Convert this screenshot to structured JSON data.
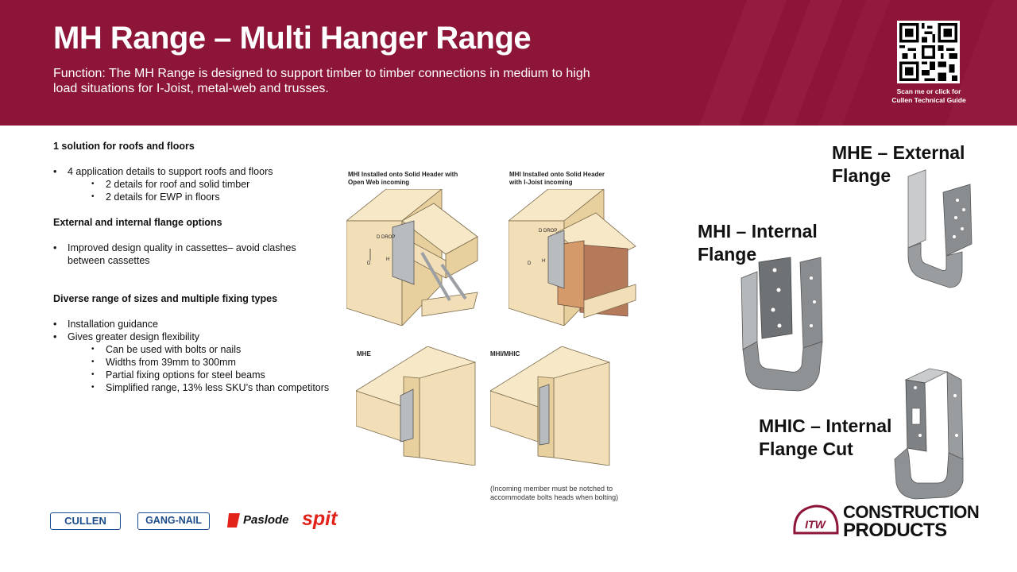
{
  "header": {
    "title": "MH Range – Multi Hanger Range",
    "subtitle": "Function: The MH Range is designed to support timber to timber connections in medium to high load situations for I-Joist, metal-web and trusses.",
    "qr_caption_line1": "Scan me or click for",
    "qr_caption_line2": "Cullen Technical Guide"
  },
  "features": {
    "heading1": "1 solution for roofs and floors",
    "bullet1": "4 application details to support roofs and floors",
    "bullet1_sub": [
      "2 details for roof and solid timber",
      "2 details for EWP in floors"
    ],
    "heading2": "External and internal flange options",
    "bullet2_line1": "Improved design quality in cassettes– avoid clashes",
    "bullet2_line2": "between cassettes",
    "heading3": "Diverse range of sizes and multiple fixing types",
    "bullet3": "Installation guidance",
    "bullet4": "Gives greater design flexibility",
    "bullet4_sub": [
      "Can be used with bolts or nails",
      "Widths from 39mm to 300mm",
      "Partial fixing options for steel beams",
      "Simplified range, 13% less SKU’s than competitors"
    ]
  },
  "diagrams": {
    "label1_line1": "MHI Installed onto Solid Header with",
    "label1_line2": "Open Web incoming",
    "label2_line1": "MHI Installed onto Solid Header",
    "label2_line2": "with I-Joist incoming",
    "label3": "MHE",
    "label4": "MHI/MHIC",
    "drop_label": "D DROP",
    "d_label": "D",
    "h_label": "H",
    "note_line1": "(Incoming member must be notched to",
    "note_line2": "accommodate bolts heads when bolting)"
  },
  "products": {
    "mhe_line1": "MHE – External",
    "mhe_line2": "Flange",
    "mhi_line1": "MHI – Internal",
    "mhi_line2": "Flange",
    "mhic_line1": "MHIC – Internal",
    "mhic_line2": "Flange Cut"
  },
  "logos": {
    "cullen": "CULLEN",
    "gang_nail": "GANG-NAIL",
    "paslode": "Paslode",
    "spit": "spit",
    "itw": "ITW",
    "cp_line1": "CONSTRUCTION",
    "cp_line2": "PRODUCTS"
  },
  "colors": {
    "brand": "#8c1538",
    "timber": "#f2dfb8",
    "steel": "#8a8d90"
  }
}
